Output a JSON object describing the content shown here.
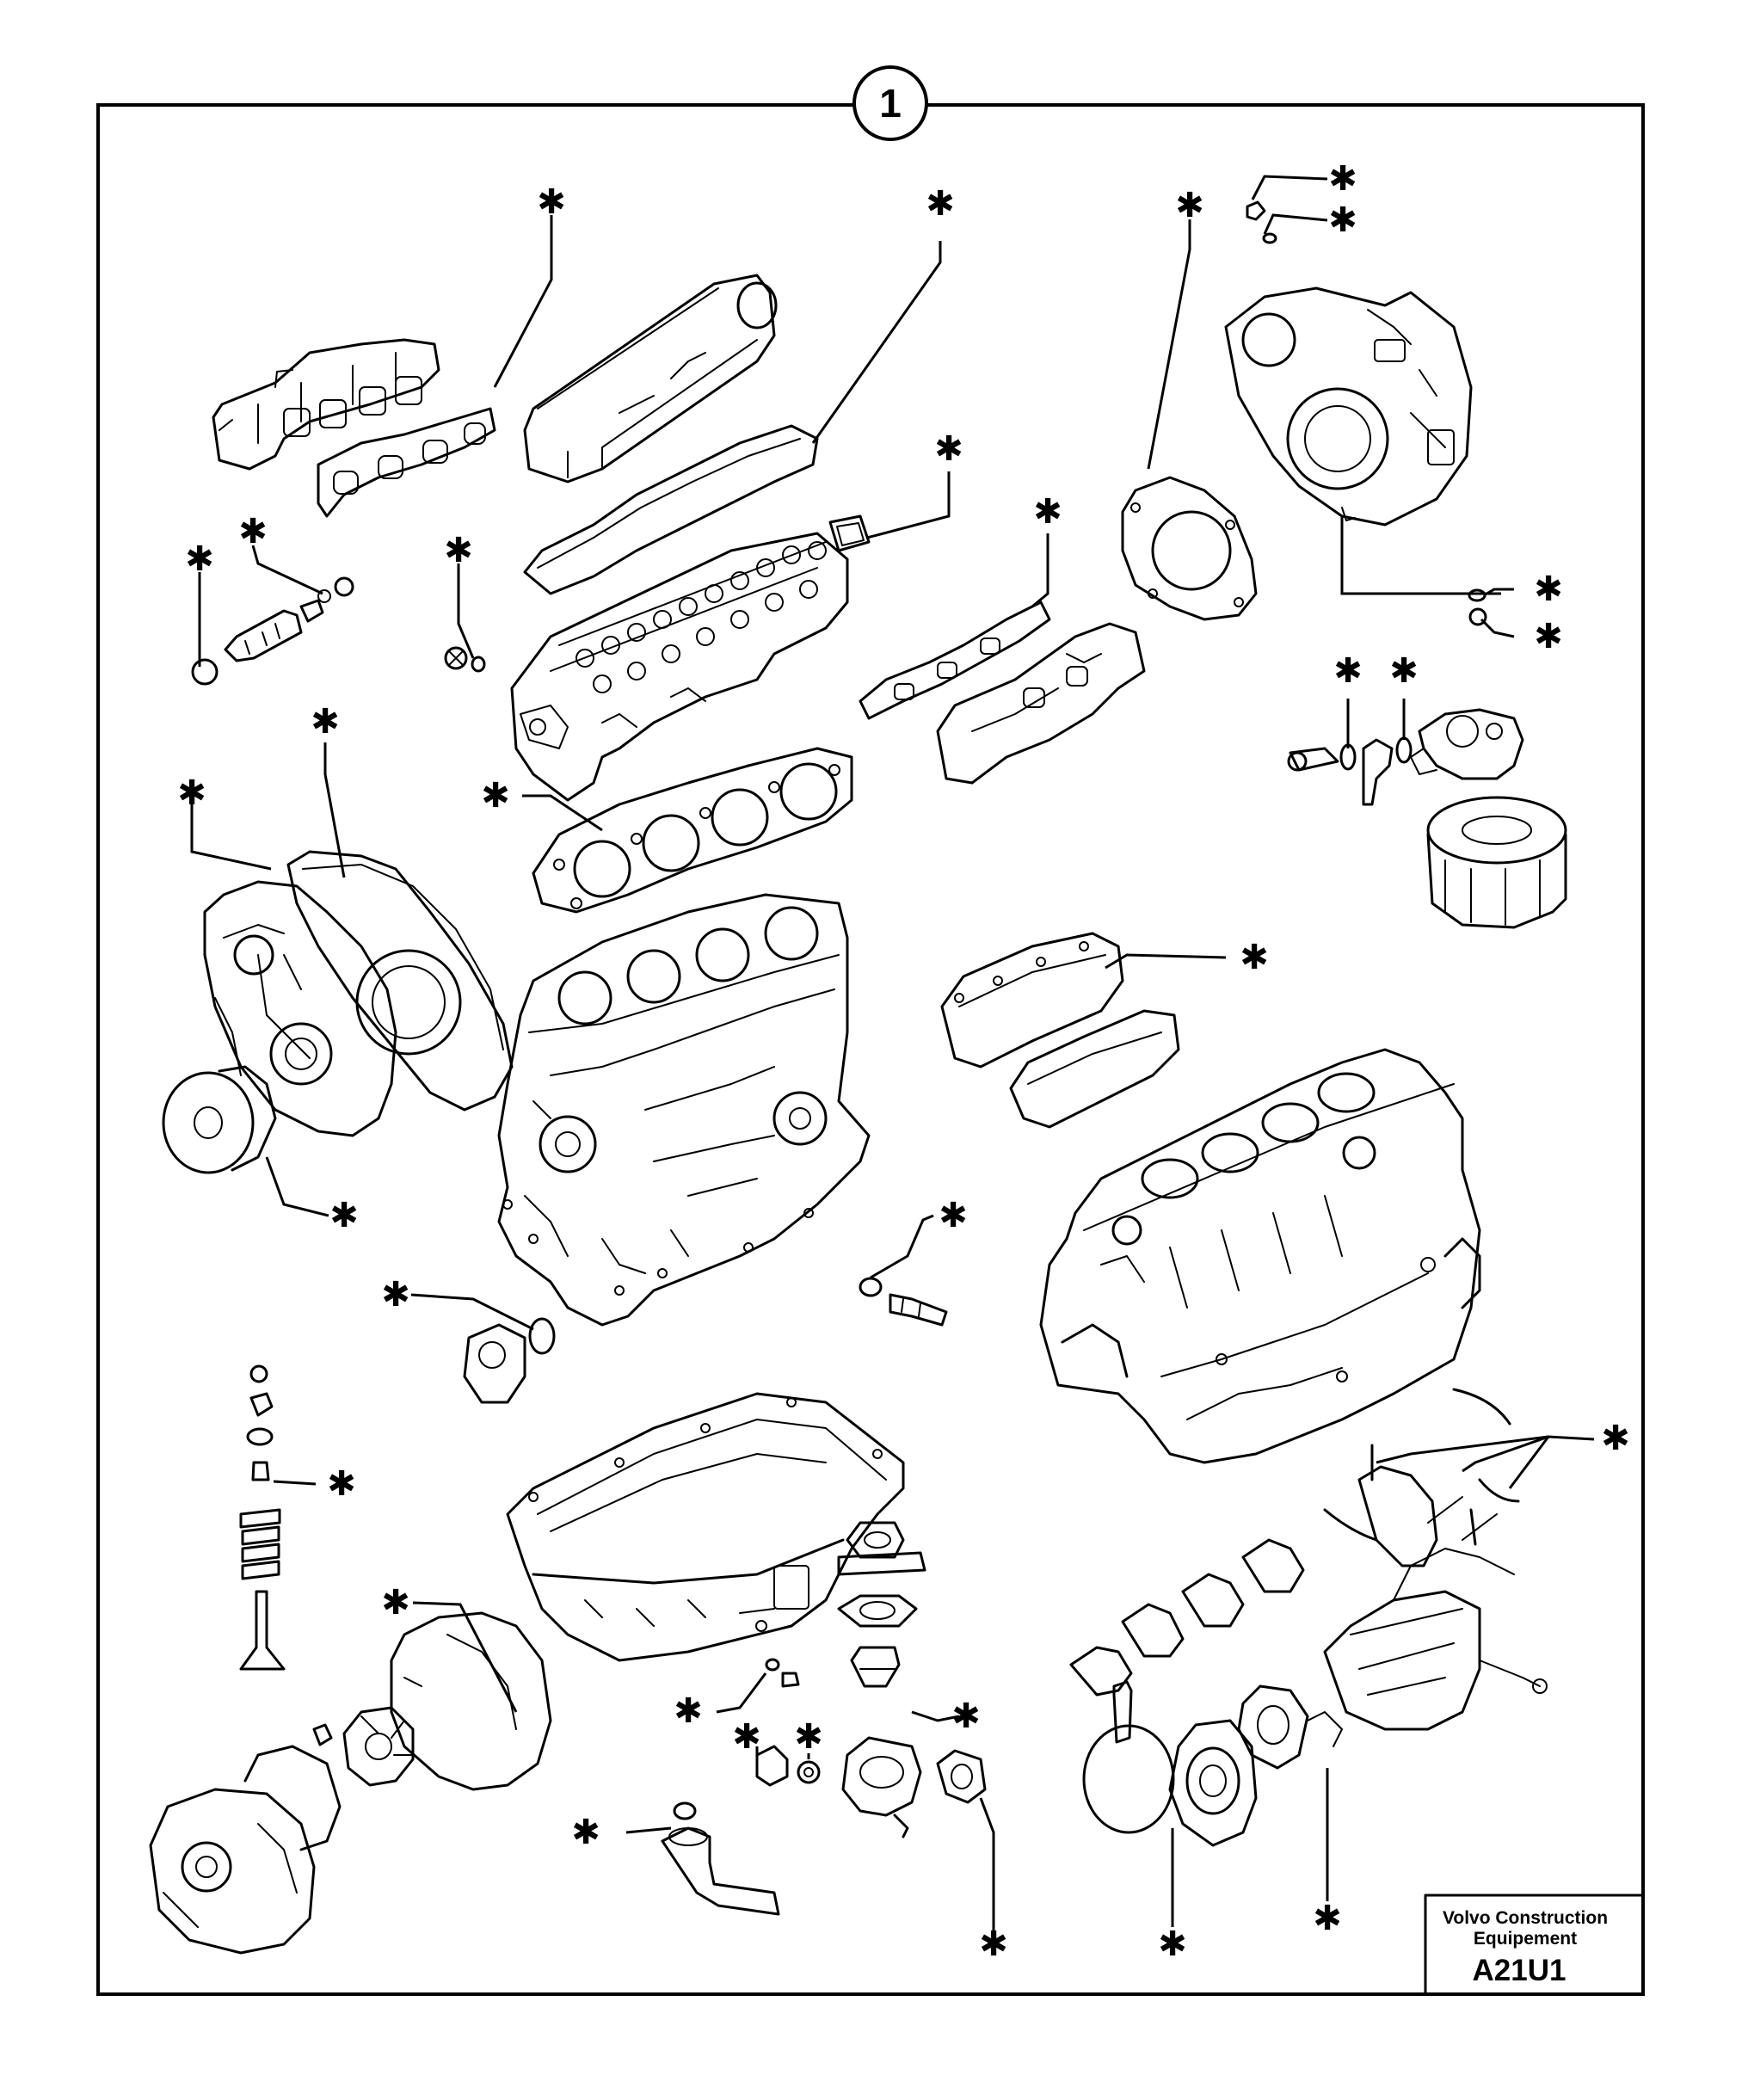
{
  "callout": "1",
  "kit_marker": "✱",
  "title_block": {
    "brand_line1": "Volvo Construction",
    "brand_line2": "Equipement",
    "code": "A21U1"
  },
  "markers": [
    {
      "id": "exhaust-manifold-gasket"
    },
    {
      "id": "valve-cover-gasket"
    },
    {
      "id": "flywheel-housing-gasket"
    },
    {
      "id": "housing-plug-bolt"
    },
    {
      "id": "housing-plug-washer"
    },
    {
      "id": "inlet-gasket"
    },
    {
      "id": "injector-washer"
    },
    {
      "id": "injector-seal"
    },
    {
      "id": "head-plug-washer"
    },
    {
      "id": "intake-manifold-gasket"
    },
    {
      "id": "housing-washer-1"
    },
    {
      "id": "housing-washer-2"
    },
    {
      "id": "timing-case-gasket"
    },
    {
      "id": "timing-cover-gasket"
    },
    {
      "id": "head-gasket"
    },
    {
      "id": "banjo-washer-1"
    },
    {
      "id": "banjo-washer-2"
    },
    {
      "id": "side-cover-gasket"
    },
    {
      "id": "front-seal"
    },
    {
      "id": "oil-pressure-switch-washer"
    },
    {
      "id": "oil-pump-o-ring"
    },
    {
      "id": "valve-stem-seal"
    },
    {
      "id": "bearing-set"
    },
    {
      "id": "water-pump-gasket"
    },
    {
      "id": "drain-plug-washer"
    },
    {
      "id": "thermostat-gasket"
    },
    {
      "id": "fitting-washer"
    },
    {
      "id": "fitting-seal"
    },
    {
      "id": "pipe-o-ring"
    },
    {
      "id": "thermostat-cover-gasket"
    },
    {
      "id": "rear-seal-o-ring"
    },
    {
      "id": "injection-pump-gasket"
    }
  ]
}
